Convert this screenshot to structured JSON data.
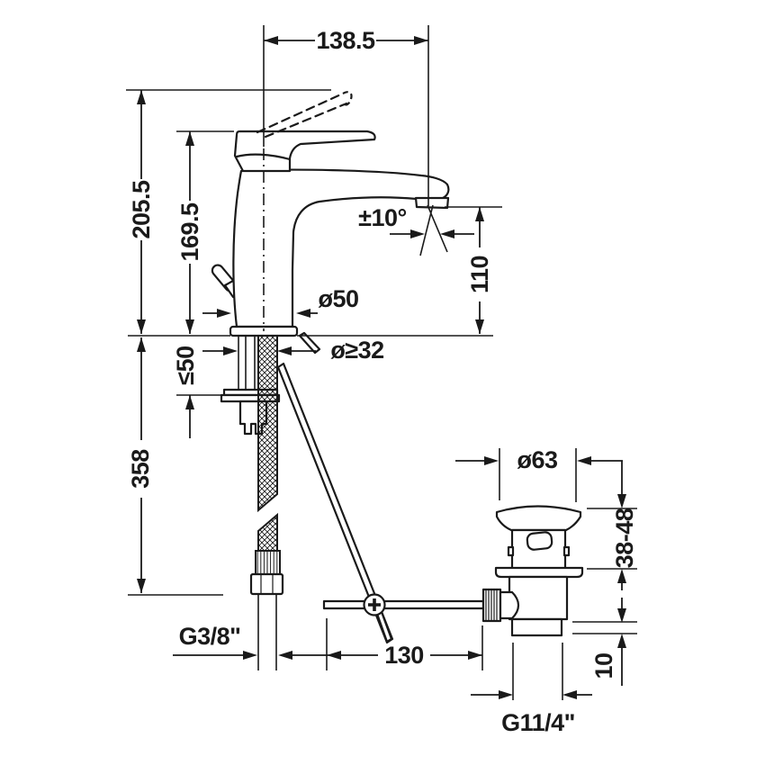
{
  "labels": {
    "spout_reach": "138.5",
    "overall_height": "205.5",
    "height_to_aerator": "169.5",
    "swivel_angle": "±10°",
    "outlet_height": "110",
    "base_diameter": "ø50",
    "mounting_hole_diameter": "ø≥32",
    "max_mounting_thickness": "≤50",
    "hose_length": "358",
    "supply_connection": "G3/8\"",
    "pull_rod_reach": "130",
    "waste_flange_diameter": "ø63",
    "mounting_depth_range": "38-48",
    "waste_height": "10",
    "waste_connection": "G11/4\""
  },
  "colors": {
    "line": "#1a1a1a",
    "background": "#ffffff"
  }
}
